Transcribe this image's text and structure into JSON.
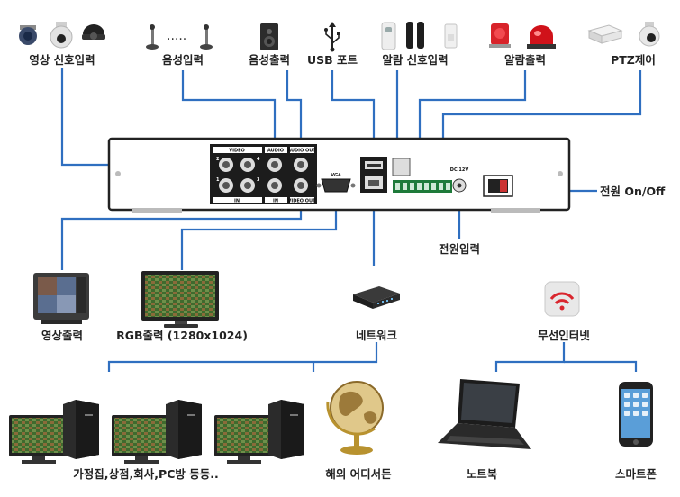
{
  "inputs": {
    "video_in": "영상 신호입력",
    "audio_in": "음성입력",
    "audio_out": "음성출력",
    "usb_port": "USB 포트",
    "alarm_in": "알람 신호입력",
    "alarm_out": "알람출력",
    "ptz": "PTZ제어"
  },
  "dvr_panel": {
    "video": "VIDEO",
    "audio": "AUDIO",
    "audio_out": "AUDIO OUT",
    "vga": "VGA",
    "video_out": "VIDEO OUT",
    "in_label": "IN",
    "dc": "DC 12V",
    "port_numbers": [
      "2",
      "4",
      "1",
      "3"
    ]
  },
  "power": {
    "switch": "전원 On/Off",
    "input": "전원입력"
  },
  "outputs": {
    "video_out": "영상출력",
    "rgb_out": "RGB출력 (1280x1024)",
    "network": "네트워크",
    "wireless": "무선인터넷"
  },
  "clients": {
    "home": "가정집,상점,회사,PC방 등등..",
    "overseas": "해외 어디서든",
    "laptop": "노트북",
    "smartphone": "스마트폰"
  },
  "colors": {
    "wire": "#2f6fc0",
    "label": "#222222",
    "panel": "#1c1c1c"
  }
}
